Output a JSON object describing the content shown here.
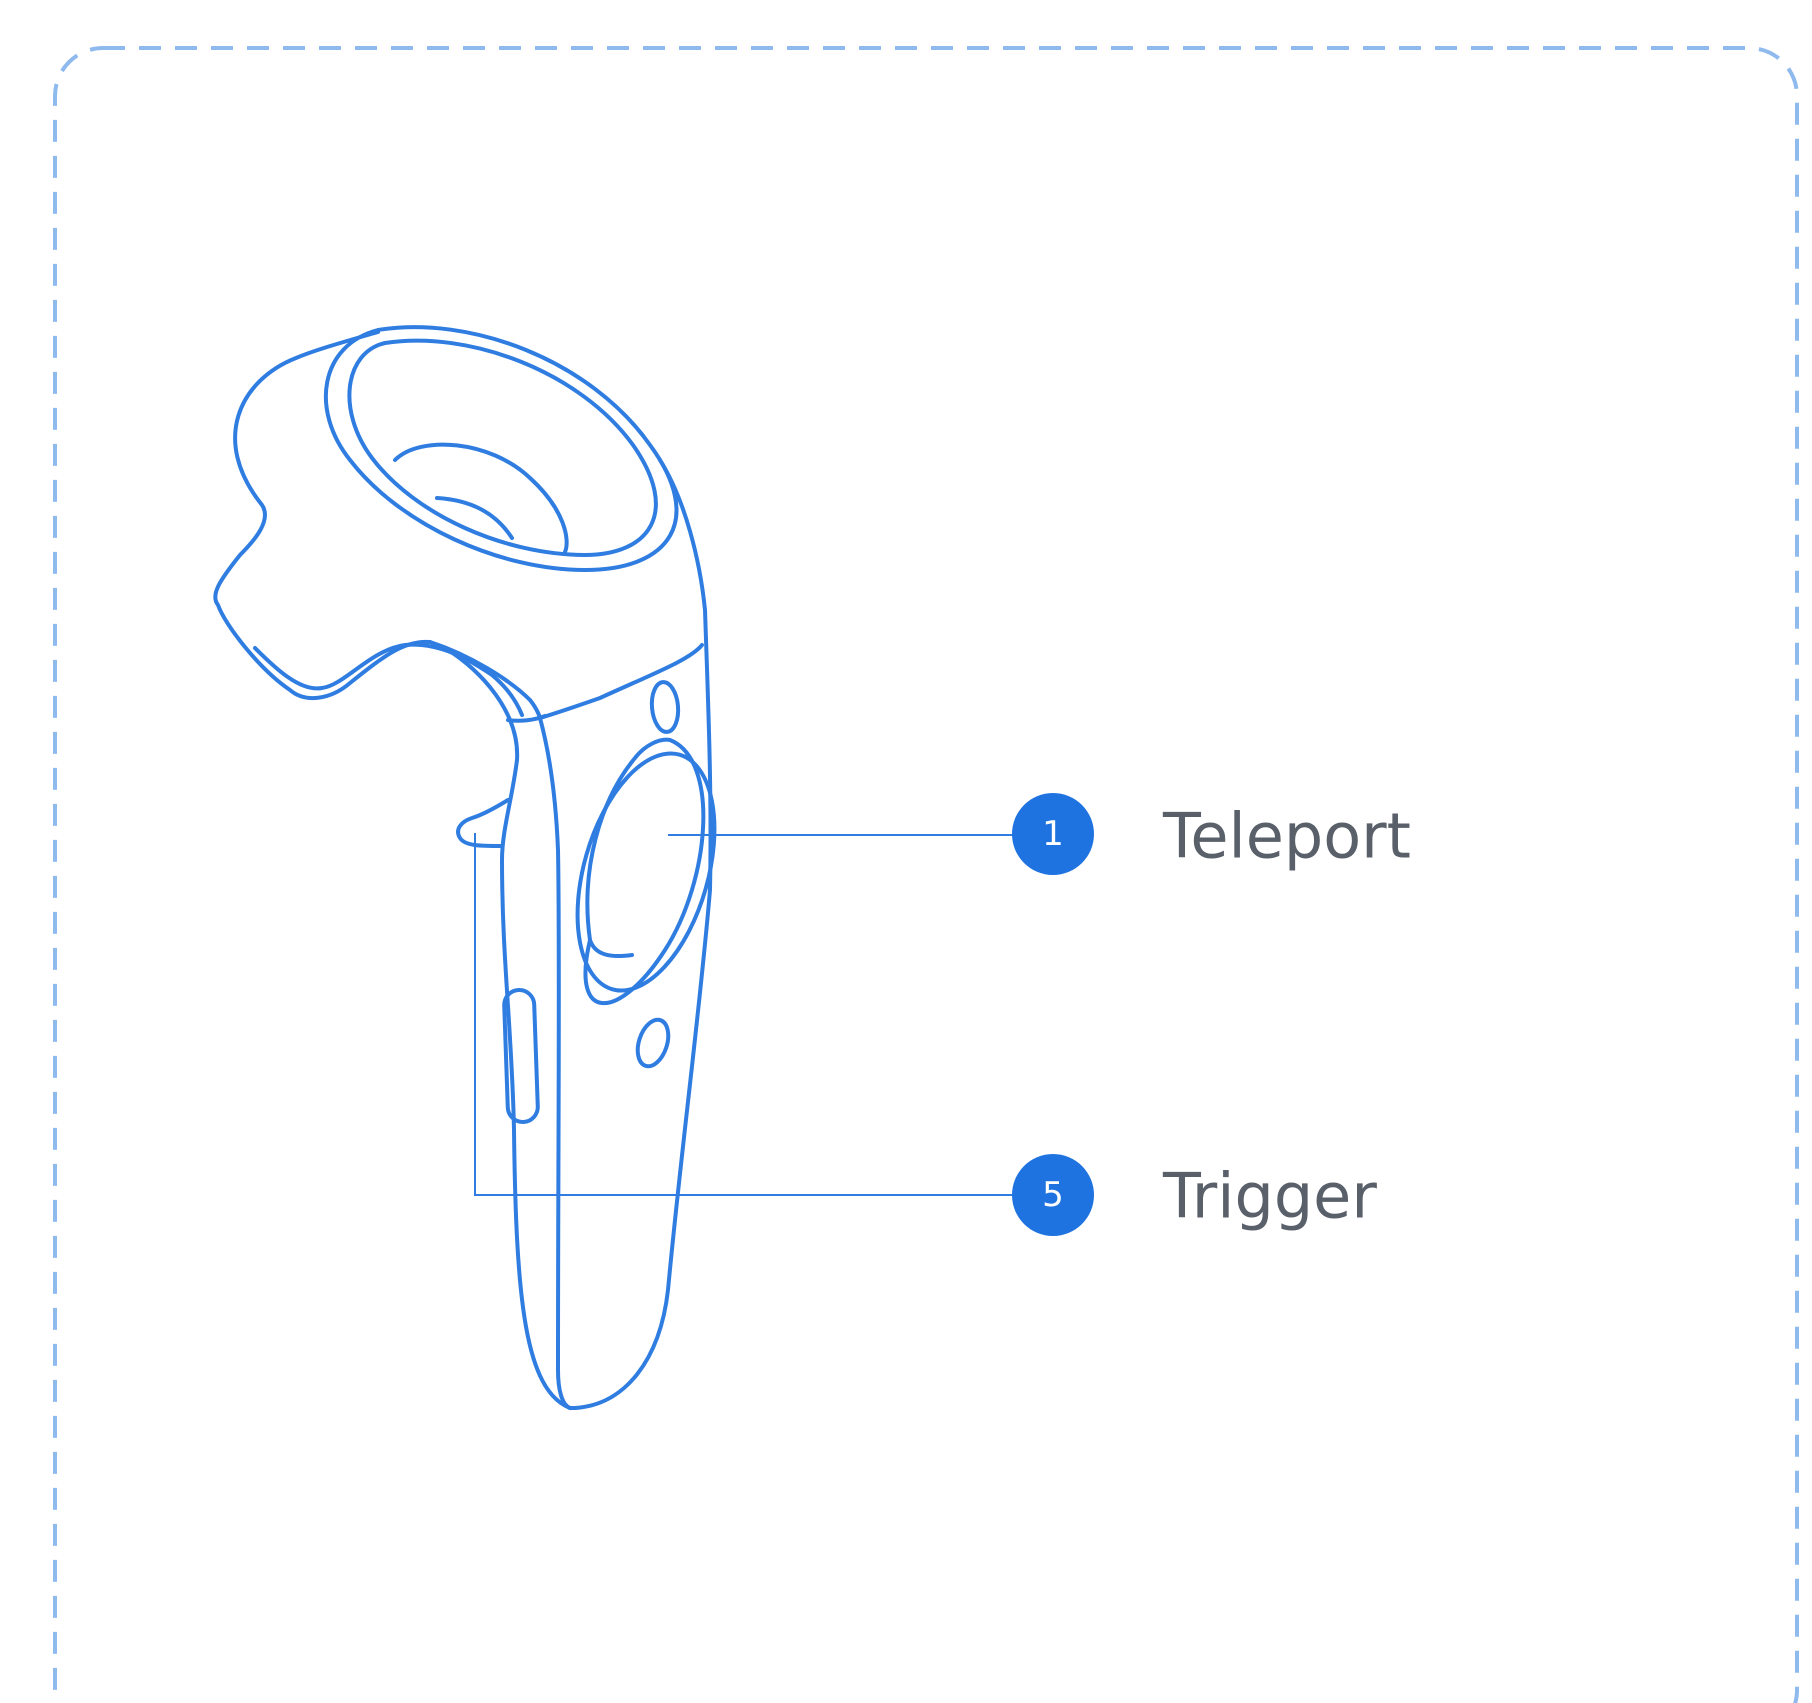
{
  "diagram": {
    "subject_icon": "vr-controller",
    "line_color": "#2f7de1",
    "badge_color": "#1f73e0",
    "frame_color": "#8fbaed",
    "label_color": "#5a606a",
    "callouts": [
      {
        "number": "1",
        "label": "Teleport"
      },
      {
        "number": "5",
        "label": "Trigger"
      }
    ]
  }
}
